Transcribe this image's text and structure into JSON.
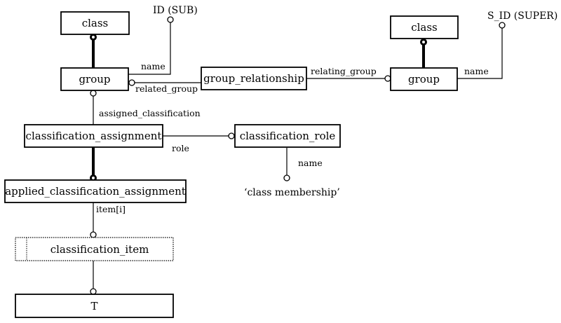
{
  "entities": {
    "class_left": "class",
    "group_left": "group",
    "group_relationship": "group_relationship",
    "class_right": "class",
    "group_right": "group",
    "classification_assignment": "classification_assignment",
    "classification_role": "classification_role",
    "applied_classification_assignment": "applied_classification_assignment",
    "classification_item": "classification_item",
    "t": "T"
  },
  "attributes": {
    "name_left": "name",
    "related_group": "related_group",
    "relating_group": "relating_group",
    "name_right": "name",
    "assigned_classification": "assigned_classification",
    "role": "role",
    "name_role": "name",
    "item": "item[i]"
  },
  "constants": {
    "id_sub": "ID (SUB)",
    "s_id_super": "S_ID (SUPER)",
    "class_membership": "‘class membership’"
  }
}
